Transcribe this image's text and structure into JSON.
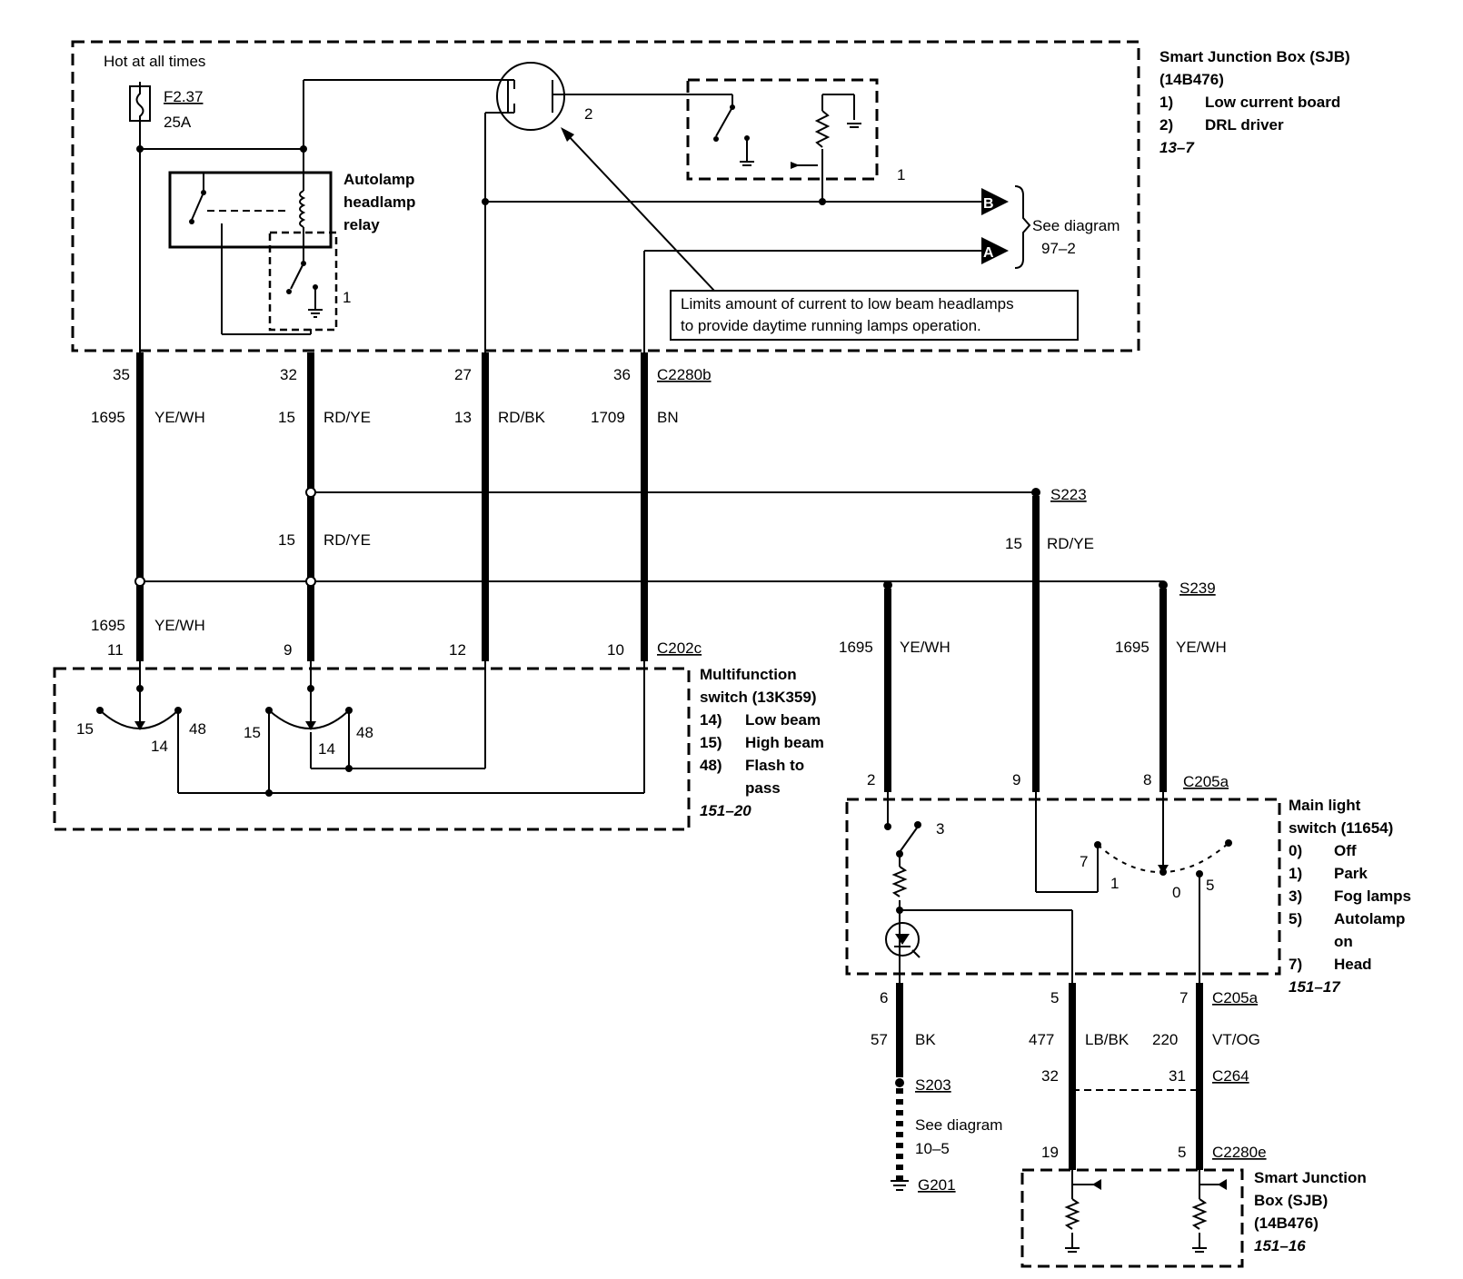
{
  "sjb_top": {
    "title": "Smart Junction Box (SJB)",
    "part": "(14B476)",
    "items": [
      {
        "n": "1)",
        "label": "Low current board"
      },
      {
        "n": "2)",
        "label": "DRL driver"
      }
    ],
    "ref": "13–7"
  },
  "hot_label": "Hot at all times",
  "fuse": {
    "id": "F2.37",
    "rating": "25A"
  },
  "relay": {
    "line1": "Autolamp",
    "line2": "headlamp",
    "line3": "relay"
  },
  "relay_small_label": "1",
  "drl": {
    "pin2": "2",
    "pin1": "1"
  },
  "connectors_top": {
    "a": "B",
    "b": "A",
    "see": "See diagram",
    "ref": "97–2"
  },
  "note": {
    "line1": "Limits amount of current to low beam headlamps",
    "line2": "to provide daytime running lamps operation."
  },
  "c2280b": {
    "name": "C2280b",
    "wires": [
      {
        "pin": "35",
        "circuit": "1695",
        "color": "YE/WH"
      },
      {
        "pin": "32",
        "circuit": "15",
        "color": "RD/YE"
      },
      {
        "pin": "27",
        "circuit": "13",
        "color": "RD/BK"
      },
      {
        "pin": "36",
        "circuit": "1709",
        "color": "BN"
      }
    ]
  },
  "s223": {
    "name": "S223",
    "circuit": "15",
    "color": "RD/YE"
  },
  "mid_rdye": {
    "circuit": "15",
    "color": "RD/YE"
  },
  "s239": {
    "name": "S239"
  },
  "c202c": {
    "name": "C202c",
    "yewh_circuit": "1695",
    "yewh_color": "YE/WH",
    "pins": [
      "11",
      "9",
      "12",
      "10"
    ]
  },
  "mfs": {
    "title1": "Multifunction",
    "title2": "switch (13K359)",
    "items": [
      {
        "n": "14)",
        "label": "Low beam"
      },
      {
        "n": "15)",
        "label": "High beam"
      },
      {
        "n": "48)",
        "label": "Flash to"
      }
    ],
    "cont": "pass",
    "ref": "151–20",
    "pos_a": [
      "15",
      "14",
      "48"
    ],
    "pos_b": [
      "15",
      "14",
      "48"
    ]
  },
  "c205a_top": {
    "name": "C205a",
    "wires": [
      {
        "pin": "2",
        "circuit": "1695",
        "color": "YE/WH"
      },
      {
        "pin": "9"
      },
      {
        "pin": "8",
        "circuit": "1695",
        "color": "YE/WH"
      }
    ]
  },
  "mls": {
    "title1": "Main light",
    "title2": "switch (11654)",
    "items": [
      {
        "n": "0)",
        "label": "Off"
      },
      {
        "n": "1)",
        "label": "Park"
      },
      {
        "n": "3)",
        "label": "Fog lamps"
      },
      {
        "n": "5)",
        "label": "Autolamp"
      }
    ],
    "cont": "on",
    "item7": {
      "n": "7)",
      "label": "Head"
    },
    "ref": "151–17",
    "pos": [
      "3",
      "7",
      "1",
      "0",
      "5"
    ]
  },
  "c205a_bot": {
    "name": "C205a",
    "wires": [
      {
        "pin": "6",
        "circuit": "57",
        "color": "BK"
      },
      {
        "pin": "5",
        "circuit": "477",
        "color": "LB/BK"
      },
      {
        "pin": "7",
        "circuit": "220",
        "color": "VT/OG"
      }
    ]
  },
  "c264": {
    "name": "C264",
    "pins": [
      "32",
      "31"
    ]
  },
  "s203": {
    "name": "S203",
    "see": "See diagram",
    "ref": "10–5"
  },
  "g201": {
    "name": "G201"
  },
  "c2280e": {
    "name": "C2280e",
    "pins": [
      "19",
      "5"
    ]
  },
  "sjb_bot": {
    "line1": "Smart Junction",
    "line2": "Box (SJB)",
    "line3": "(14B476)",
    "ref": "151–16"
  }
}
